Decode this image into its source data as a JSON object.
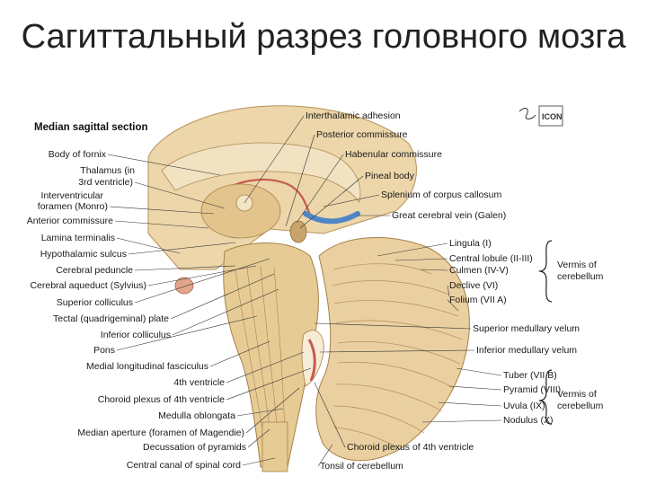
{
  "slide": {
    "title": "Сагиттальный разрез головного мозга"
  },
  "figure": {
    "heading": "Median sagittal section",
    "logo": "ICON",
    "colors": {
      "tissue": "#e8cf9f",
      "tissue_dark": "#c9a46a",
      "vein": "#4f86c6",
      "plexus": "#c65a50",
      "fiber": "#a98450"
    },
    "left_labels": [
      "Body of fornix",
      "Thalamus (in",
      "3rd ventricle)",
      "Interventricular",
      "foramen (Monro)",
      "Anterior commissure",
      "Lamina terminalis",
      "Hypothalamic sulcus",
      "Cerebral peduncle",
      "Cerebral aqueduct (Sylvius)",
      "Superior colliculus",
      "Tectal (quadrigeminal) plate",
      "Inferior colliculus",
      "Pons",
      "Medial longitudinal fasciculus",
      "4th ventricle",
      "Choroid plexus of 4th ventricle",
      "Medulla oblongata",
      "Median aperture (foramen of Magendie)",
      "Decussation of pyramids",
      "Central canal of spinal cord"
    ],
    "right_labels": [
      "Interthalamic adhesion",
      "Posterior commissure",
      "Habenular commissure",
      "Pineal body",
      "Splenium of corpus callosum",
      "Great cerebral vein (Galen)",
      "Lingula (I)",
      "Central lobule (II-III)",
      "Culmen (IV-V)",
      "Declive (VI)",
      "Folium (VII A)",
      "Superior medullary velum",
      "Inferior medullary velum",
      "Tuber (VII B)",
      "Pyramid (VIII)",
      "Uvula (IX)",
      "Nodulus (X)",
      "Choroid plexus of 4th ventricle",
      "Tonsil of cerebellum"
    ],
    "vermis_labels": [
      "Vermis of",
      "cerebellum",
      "Vermis of",
      "cerebellum"
    ]
  }
}
